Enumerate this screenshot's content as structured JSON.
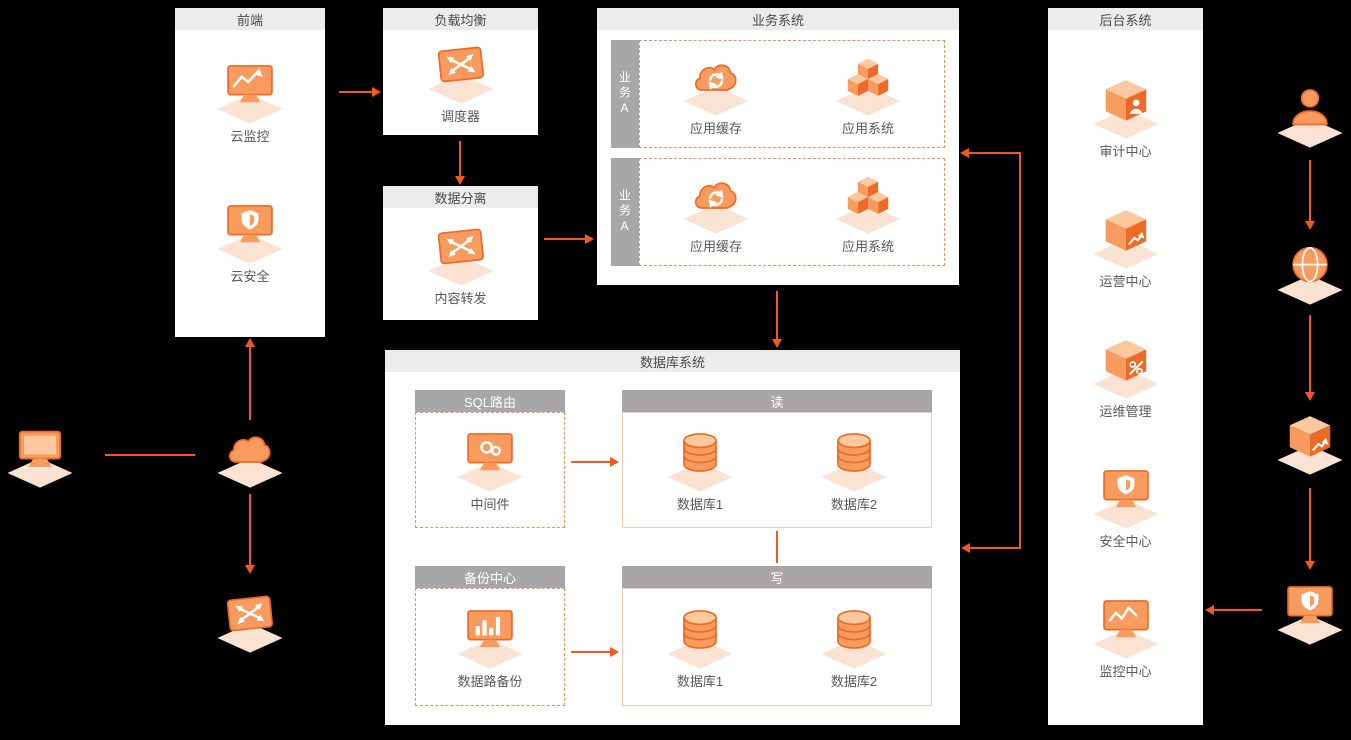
{
  "accent_color": "#f4581f",
  "frontend": {
    "title": "前端",
    "items": [
      {
        "label": "云监控",
        "icon": "cloud-monitor-icon"
      },
      {
        "label": "云安全",
        "icon": "cloud-security-icon"
      }
    ]
  },
  "load_balancing": {
    "title": "负载均衡",
    "item": {
      "label": "调度器",
      "icon": "scheduler-icon"
    }
  },
  "data_separation": {
    "title": "数据分离",
    "item": {
      "label": "内容转发",
      "icon": "content-forward-icon"
    }
  },
  "business_system": {
    "title": "业务系统",
    "rows": [
      {
        "tab": "业务A",
        "items": [
          {
            "label": "应用缓存",
            "icon": "app-cache-icon"
          },
          {
            "label": "应用系统",
            "icon": "app-system-icon"
          }
        ]
      },
      {
        "tab": "业务A",
        "items": [
          {
            "label": "应用缓存",
            "icon": "app-cache-icon"
          },
          {
            "label": "应用系统",
            "icon": "app-system-icon"
          }
        ]
      }
    ]
  },
  "database_system": {
    "title": "数据库系统",
    "sql_routing": {
      "title": "SQL路由",
      "item": {
        "label": "中间件",
        "icon": "middleware-icon"
      }
    },
    "read": {
      "title": "读",
      "items": [
        {
          "label": "数据库1",
          "icon": "database-icon"
        },
        {
          "label": "数据库2",
          "icon": "database-icon"
        }
      ]
    },
    "backup": {
      "title": "备份中心",
      "item": {
        "label": "数据路备份",
        "icon": "data-backup-icon"
      }
    },
    "write": {
      "title": "写",
      "items": [
        {
          "label": "数据库1",
          "icon": "database-icon"
        },
        {
          "label": "数据库2",
          "icon": "database-icon"
        }
      ]
    }
  },
  "backend_system": {
    "title": "后台系统",
    "items": [
      {
        "label": "审计中心",
        "icon": "audit-center-icon"
      },
      {
        "label": "运营中心",
        "icon": "operation-center-icon"
      },
      {
        "label": "运维管理",
        "icon": "ops-management-icon"
      },
      {
        "label": "安全中心",
        "icon": "security-center-icon"
      },
      {
        "label": "监控中心",
        "icon": "monitor-center-icon"
      }
    ]
  },
  "external": {
    "left": [
      {
        "icon": "client-desktop-icon"
      },
      {
        "icon": "cloud-icon"
      },
      {
        "icon": "forward-screen-icon"
      }
    ],
    "right": [
      {
        "icon": "user-icon"
      },
      {
        "icon": "internet-globe-icon"
      },
      {
        "icon": "resource-cube-icon"
      },
      {
        "icon": "security-screen-icon"
      }
    ]
  }
}
